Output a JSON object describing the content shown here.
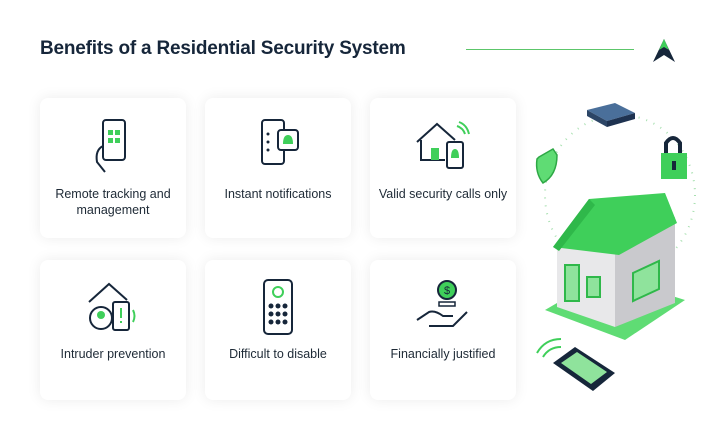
{
  "title": "Benefits of a Residential Security System",
  "colors": {
    "accent": "#3fcf5a",
    "dark": "#16263a",
    "light_green": "#8fe39c"
  },
  "cards": [
    {
      "label": "Remote tracking and management",
      "icon": "phone-hand-icon"
    },
    {
      "label": "Instant notifications",
      "icon": "notification-phone-icon"
    },
    {
      "label": "Valid security calls only",
      "icon": "house-phone-alarm-icon"
    },
    {
      "label": "Intruder prevention",
      "icon": "intruder-phone-icon"
    },
    {
      "label": "Difficult to disable",
      "icon": "keypad-icon"
    },
    {
      "label": "Financially justified",
      "icon": "hand-coin-icon"
    }
  ]
}
